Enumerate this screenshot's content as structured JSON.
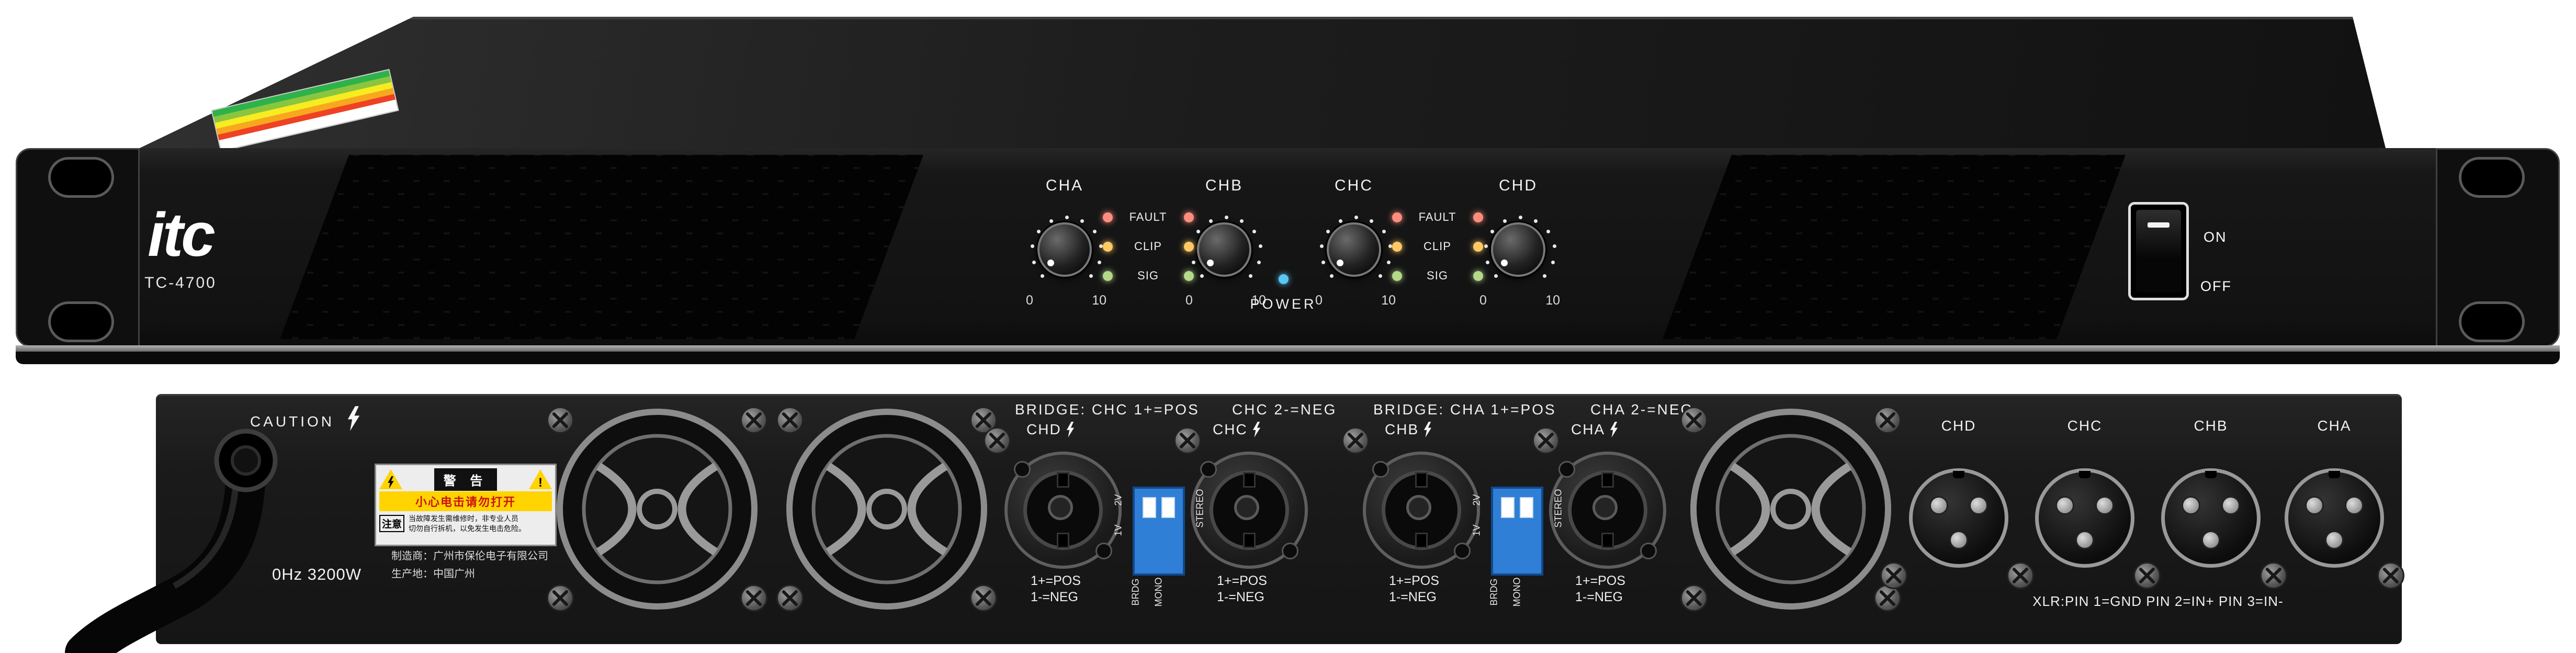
{
  "front_panel": {
    "brand": "itc",
    "model": "TC-4700",
    "channels": [
      "CHA",
      "CHB",
      "CHC",
      "CHD"
    ],
    "indicators": [
      "FAULT",
      "CLIP",
      "SIG"
    ],
    "indicator_colors": {
      "fault": "#ff8d7e",
      "clip": "#ffc966",
      "sig": "#b5d98a",
      "power": "#58c7f2"
    },
    "knob_scale": {
      "min": "0",
      "max": "10"
    },
    "power_label": "POWER",
    "switch": {
      "on": "ON",
      "off": "OFF"
    }
  },
  "rear_panel": {
    "caution": "CAUTION",
    "warning_label": {
      "header": "警 告",
      "danger": "小心电击请勿打开",
      "attention": "注意",
      "note_line1": "当故障发生需维修时，非专业人员",
      "note_line2": "切勿自行拆机，以免发生电击危险。"
    },
    "power_spec": "0Hz 3200W",
    "manufacturer_line1": "制造商：广州市保伦电子有限公司",
    "manufacturer_line2": "生产地：中国广州",
    "polarity_pos": "1+=POS",
    "polarity_neg": "1-=NEG",
    "dip": {
      "v1": "1V",
      "v2": "2V",
      "stereo": "STEREO",
      "brdg": "BRDG",
      "mono": "MONO"
    },
    "bridge_groups": [
      {
        "bridge_text": "BRIDGE: CHC 1+=POS",
        "neg_text": "CHC 2-=NEG",
        "left_channel": "CHD",
        "right_channel": "CHC"
      },
      {
        "bridge_text": "BRIDGE: CHA 1+=POS",
        "neg_text": "CHA 2-=NEG",
        "left_channel": "CHB",
        "right_channel": "CHA"
      }
    ],
    "xlr": {
      "channels": [
        "CHD",
        "CHC",
        "CHB",
        "CHA"
      ],
      "note": "XLR:PIN 1=GND PIN 2=IN+ PIN 3=IN-"
    }
  }
}
